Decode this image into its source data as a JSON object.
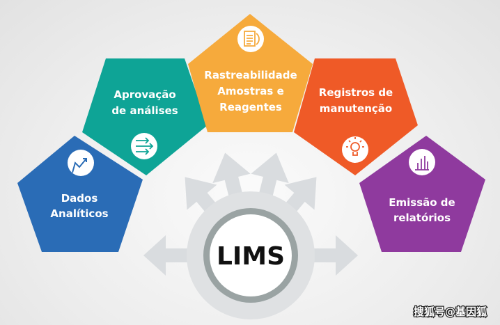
{
  "center": {
    "label": "LIMS"
  },
  "colors": {
    "blue": "#2a6cb6",
    "teal": "#0ea496",
    "yellow": "#f6aa3c",
    "orange": "#ef5a27",
    "purple": "#8f3a9e",
    "arrow": "#d9dcdf",
    "ring": "#9aa3a3"
  },
  "modules": [
    {
      "lines": [
        "Dados",
        "Analíticos"
      ],
      "icon": "trend-chart-icon"
    },
    {
      "lines": [
        "Aprovação",
        "de análises"
      ],
      "icon": "arrows-flow-icon"
    },
    {
      "lines": [
        "Rastreabilidade",
        "Amostras e",
        "Reagentes"
      ],
      "icon": "document-icon"
    },
    {
      "lines": [
        "Registros de",
        "manutenção"
      ],
      "icon": "lightbulb-icon"
    },
    {
      "lines": [
        "Emissão de",
        "relatórios"
      ],
      "icon": "bar-chart-icon"
    }
  ],
  "watermark": "搜狐号@基因狐"
}
